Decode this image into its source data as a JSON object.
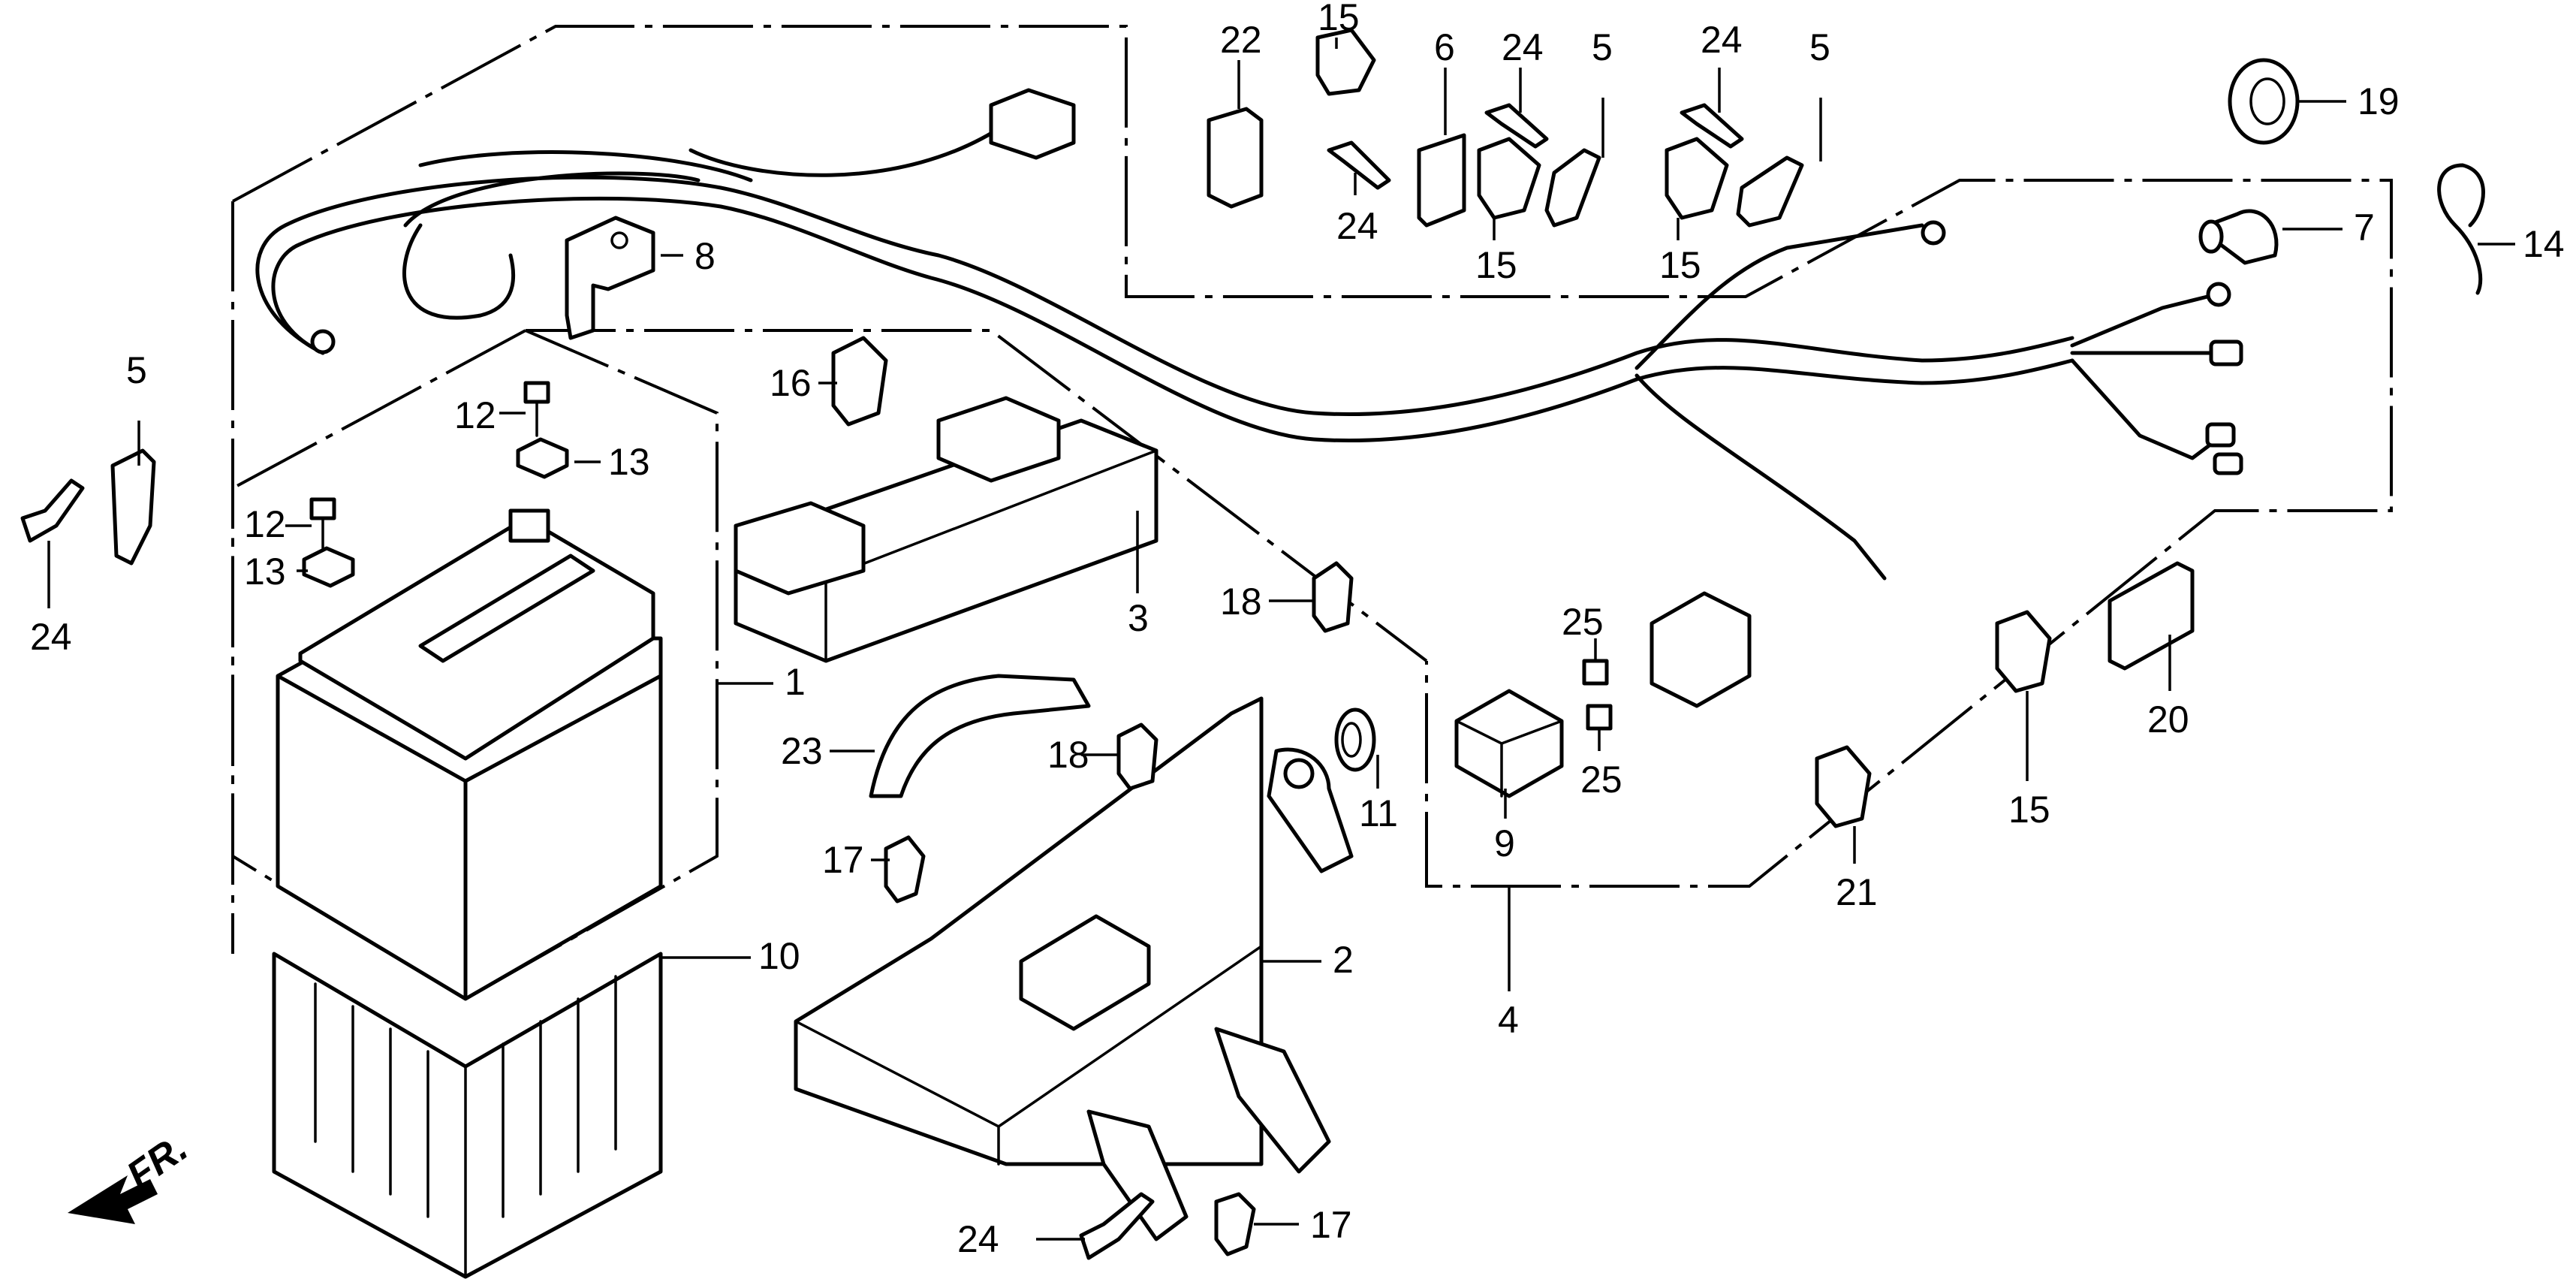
{
  "diagram": {
    "title": "Battery / Wire Harness Parts Diagram",
    "direction_indicator": "FR.",
    "callouts": {
      "battery": "1",
      "battery_box": "2",
      "control_unit": "3",
      "wire_harness_sub": "4",
      "clamp_left": "5",
      "clamp_top_a": "5",
      "clamp_top_b": "5",
      "stay": "6",
      "terminal_cap": "7",
      "terminal_cover": "8",
      "relay": "9",
      "battery_case": "10",
      "grommet": "11",
      "bolt_upper": "12",
      "bolt_lower": "12",
      "nut_upper": "13",
      "nut_lower": "13",
      "wire_band": "14",
      "clip_top_a": "15",
      "clip_top_b": "15",
      "clip_top_c": "15",
      "clip_right": "15",
      "clip_16": "16",
      "clip_17_upper": "17",
      "clip_17_lower": "17",
      "clip_18_upper": "18",
      "clip_18_lower": "18",
      "clamp_19": "19",
      "fuse_box_cover": "20",
      "clip_21": "21",
      "clip_22": "22",
      "battery_band": "23",
      "bolt_left": "24",
      "bolt_top_a": "24",
      "bolt_top_b": "24",
      "bolt_top_c": "24",
      "bolt_bottom": "24",
      "fuse_a": "25",
      "fuse_b": "25"
    }
  }
}
